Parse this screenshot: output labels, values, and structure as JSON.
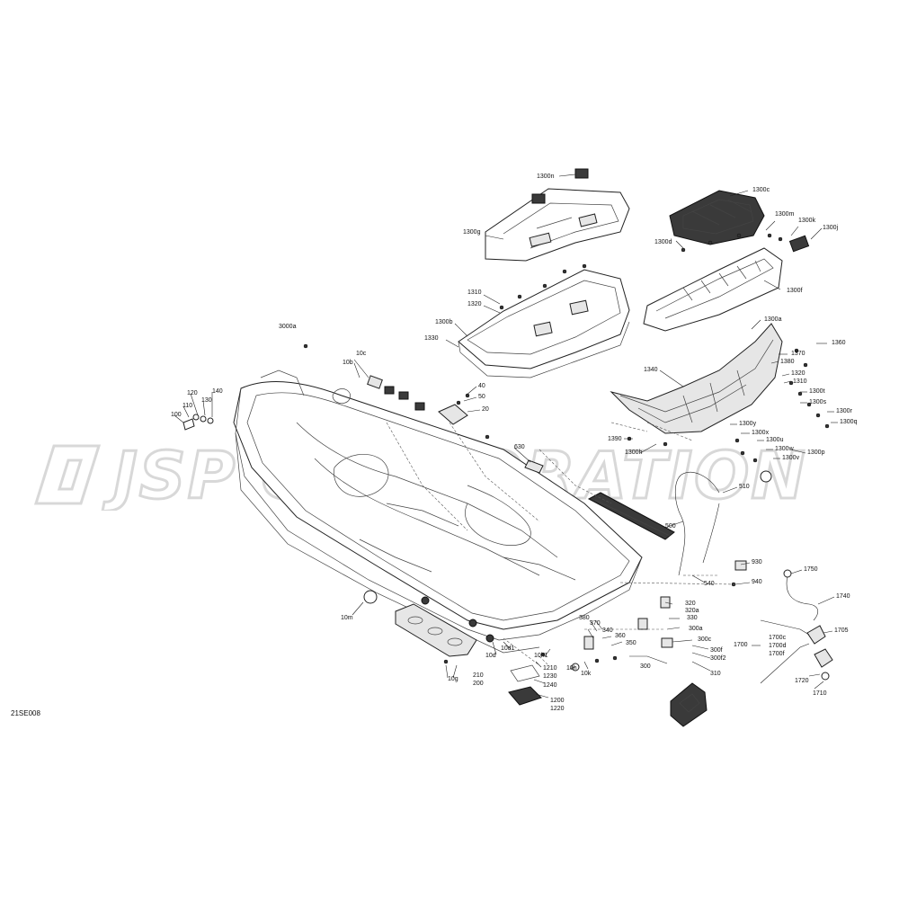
{
  "watermark": {
    "text": "JSP CORPORATION"
  },
  "figure_ref": "21SE008",
  "callouts": {
    "c1300n": "1300n",
    "c1300c": "1300c",
    "c1300m": "1300m",
    "c1300k": "1300k",
    "c1300j": "1300j",
    "c1300d": "1300d",
    "c1300g": "1300g",
    "c1300f": "1300f",
    "c1310": "1310",
    "c1320a": "1320",
    "c1300b": "1300b",
    "c1330": "1330",
    "c3000a": "3000a",
    "c1300a": "1300a",
    "c1360": "1360",
    "c1370": "1370",
    "c1380": "1380",
    "c1320b": "1320",
    "c1310b": "1310",
    "c1300t": "1300t",
    "c1300s": "1300s",
    "c1300r": "1300r",
    "c1300q": "1300q",
    "c1340": "1340",
    "c1300y": "1300y",
    "c1300x": "1300x",
    "c1300u": "1300u",
    "c1300w": "1300w",
    "c1300v": "1300v",
    "c1300p": "1300p",
    "c1390": "1390",
    "c1300h": "1300h",
    "c10c": "10c",
    "c10b": "10b",
    "c40": "40",
    "c50": "50",
    "c20": "20",
    "c140": "140",
    "c120": "120",
    "c130": "130",
    "c110": "110",
    "c100": "100",
    "c630": "630",
    "c510": "510",
    "c500": "500",
    "c930": "930",
    "c540": "540",
    "c940": "940",
    "c1750": "1750",
    "c1740": "1740",
    "c1705": "1705",
    "c1700": "1700",
    "c1700c": "1700c",
    "c1700d": "1700d",
    "c1700f": "1700f",
    "c1720": "1720",
    "c1710": "1710",
    "c10m": "10m",
    "c320": "320",
    "c320a": "320a",
    "c380": "380",
    "c330": "330",
    "c370": "370",
    "c340": "340",
    "c300a": "300a",
    "c360": "360",
    "c300c": "300c",
    "c350": "350",
    "c300f": "300f",
    "c300f2": "300f2",
    "c10d1": "10d1",
    "c10d": "10d",
    "c10h1": "10h1",
    "c300": "300",
    "c310": "310",
    "c10h": "10h",
    "c10k": "10k",
    "c1210": "1210",
    "c1230": "1230",
    "c1240": "1240",
    "c210": "210",
    "c200": "200",
    "c10g": "10g",
    "c1200": "1200",
    "c1220": "1220"
  }
}
